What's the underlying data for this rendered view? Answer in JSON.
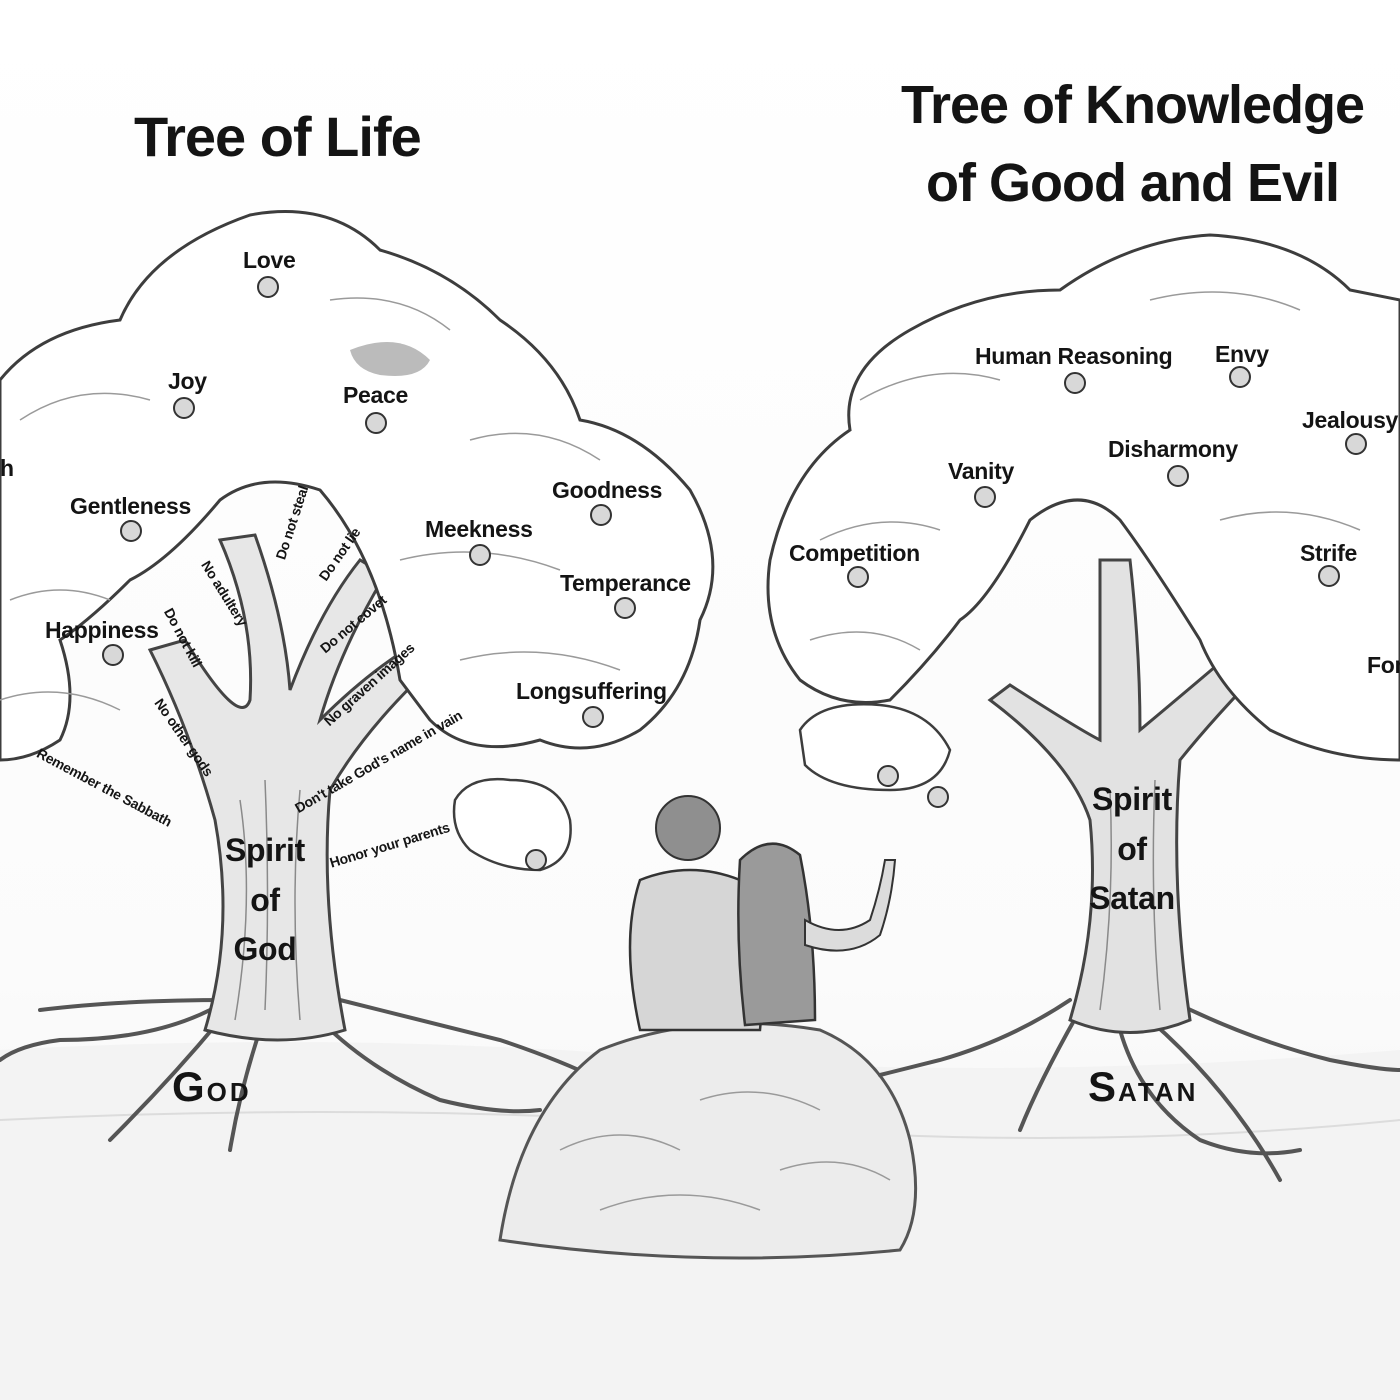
{
  "titles": {
    "tree_of_life": "Tree of Life",
    "tree_of_knowledge_line1": "Tree of Knowledge",
    "tree_of_knowledge_line2": "of Good and Evil"
  },
  "tree_of_life": {
    "fruits": {
      "love": "Love",
      "joy": "Joy",
      "peace": "Peace",
      "faith_fragment": "h",
      "gentleness": "Gentleness",
      "goodness": "Goodness",
      "meekness": "Meekness",
      "temperance": "Temperance",
      "happiness": "Happiness",
      "longsuffering": "Longsuffering"
    },
    "commandments": {
      "do_not_steal": "Do not steal",
      "do_not_lie": "Do not lie",
      "no_adultery": "No adultery",
      "do_not_kill": "Do not kill",
      "do_not_covet": "Do not covet",
      "no_graven_images": "No graven images",
      "no_other_gods": "No other gods",
      "remember_sabbath": "Remember the Sabbath",
      "gods_name": "Don't take God's name in vain",
      "honor_parents": "Honor your parents"
    },
    "spirit": {
      "line1": "Spirit",
      "line2": "of",
      "line3": "God"
    },
    "root": {
      "initial": "G",
      "rest": "OD"
    }
  },
  "tree_of_knowledge": {
    "fruits": {
      "human_reasoning": "Human Reasoning",
      "envy": "Envy",
      "jealousy": "Jealousy",
      "disharmony": "Disharmony",
      "vanity": "Vanity",
      "competition": "Competition",
      "strife": "Strife",
      "fornication_fragment": "For"
    },
    "spirit": {
      "line1": "Spirit",
      "line2": "of",
      "line3": "Satan"
    },
    "root": {
      "initial": "S",
      "rest": "ATAN"
    }
  }
}
